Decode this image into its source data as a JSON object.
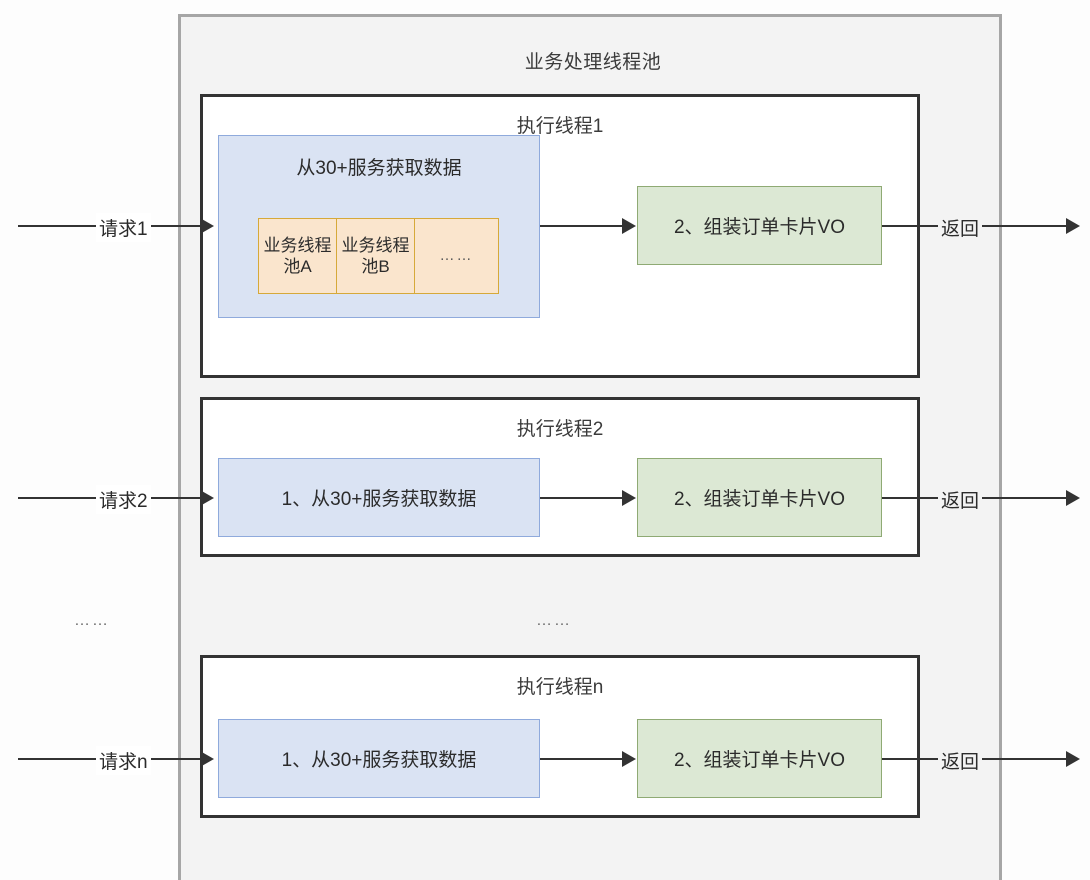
{
  "pool": {
    "title": "业务处理线程池"
  },
  "threads": [
    {
      "title": "执行线程1",
      "blue_heading": "从30+服务获取数据",
      "subcells": [
        "业务线程池A",
        "业务线程池B",
        "……"
      ],
      "green_label": "2、组装订单卡片VO",
      "request_label": "请求1",
      "return_label": "返回"
    },
    {
      "title": "执行线程2",
      "blue_label": "1、从30+服务获取数据",
      "green_label": "2、组装订单卡片VO",
      "request_label": "请求2",
      "return_label": "返回"
    },
    {
      "title": "执行线程n",
      "blue_label": "1、从30+服务获取数据",
      "green_label": "2、组装订单卡片VO",
      "request_label": "请求n",
      "return_label": "返回"
    }
  ],
  "ellipsis": {
    "left": "……",
    "center": "……"
  },
  "colors": {
    "pool_fill": "#f3f3f3",
    "pool_border": "#a6a6a6",
    "thread_border": "#333333",
    "blue_fill": "#dae3f3",
    "blue_border": "#8faadc",
    "green_fill": "#dce8d4",
    "green_border": "#8faa74",
    "orange_fill": "#fae5cd",
    "orange_border": "#d6a939",
    "line": "#333333"
  }
}
